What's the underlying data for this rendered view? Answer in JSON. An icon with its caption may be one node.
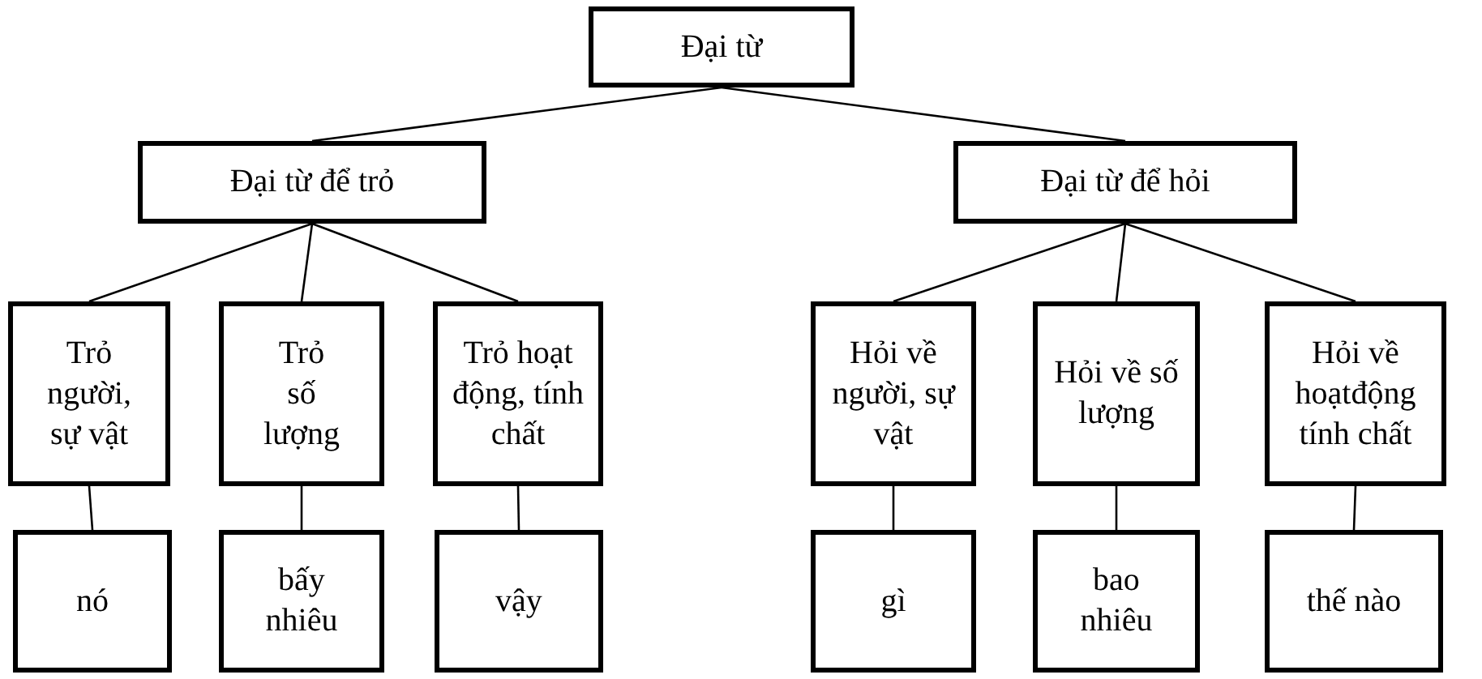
{
  "diagram": {
    "nodes": [
      {
        "text": [
          "Đại từ"
        ]
      },
      {
        "text": [
          "Đại từ để trỏ"
        ]
      },
      {
        "text": [
          "Đại từ để hỏi"
        ]
      },
      {
        "text": [
          "Trỏ người, sự vật"
        ]
      },
      {
        "text": [
          "Trỏ số lượng"
        ]
      },
      {
        "text": [
          "Trỏ hoạt động, tính chất"
        ]
      },
      {
        "text": [
          "Hỏi về người, sự vật"
        ]
      },
      {
        "text": [
          "Hỏi về số lượng"
        ]
      },
      {
        "text": [
          "Hỏi về hoạtđộng tính chất"
        ]
      },
      {
        "text": [
          "nó"
        ]
      },
      {
        "text": [
          "bấy nhiêu"
        ]
      },
      {
        "text": [
          "vậy"
        ]
      },
      {
        "text": [
          "gì"
        ]
      },
      {
        "text": [
          "bao nhiêu"
        ]
      },
      {
        "text": [
          "thế nào"
        ]
      }
    ],
    "edges": [
      {
        "from": 0,
        "to": 1,
        "arrow": "none"
      },
      {
        "from": 0,
        "to": 2,
        "arrow": "none"
      },
      {
        "from": 1,
        "to": 3,
        "arrow": "none"
      },
      {
        "from": 1,
        "to": 4,
        "arrow": "none"
      },
      {
        "from": 1,
        "to": 5,
        "arrow": "none"
      },
      {
        "from": 2,
        "to": 6,
        "arrow": "none"
      },
      {
        "from": 2,
        "to": 7,
        "arrow": "none"
      },
      {
        "from": 2,
        "to": 8,
        "arrow": "none"
      },
      {
        "from": 3,
        "to": 9,
        "arrow": "none"
      },
      {
        "from": 4,
        "to": 10,
        "arrow": "none"
      },
      {
        "from": 5,
        "to": 11,
        "arrow": "none"
      },
      {
        "from": 6,
        "to": 12,
        "arrow": "none"
      },
      {
        "from": 7,
        "to": 13,
        "arrow": "none"
      },
      {
        "from": 8,
        "to": 14,
        "arrow": "none"
      }
    ]
  }
}
